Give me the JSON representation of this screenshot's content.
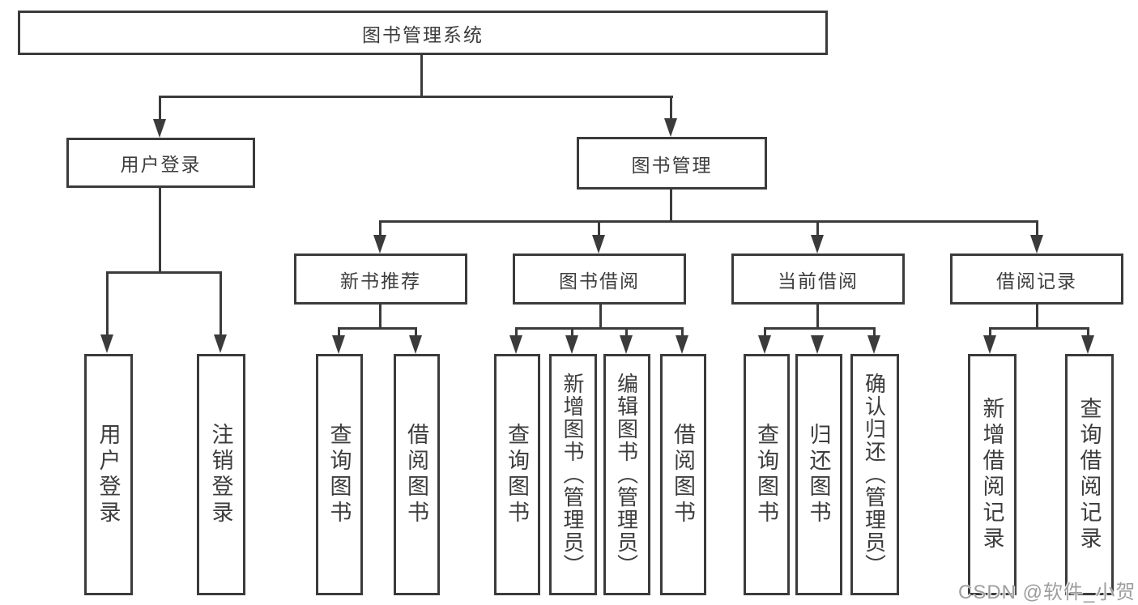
{
  "nodes": {
    "root": "图书管理系统",
    "user_login": "用户登录",
    "book_mgmt": "图书管理",
    "new_books": "新书推荐",
    "book_borrow": "图书借阅",
    "current_borrow": "当前借阅",
    "borrow_records": "借阅记录",
    "leaf_user_login": "用户登录",
    "leaf_logout": "注销登录",
    "leaf_nb_query": "查询图书",
    "leaf_nb_borrow": "借阅图书",
    "leaf_bb_query": "查询图书",
    "leaf_bb_add": "新增图书（管理员）",
    "leaf_bb_edit": "编辑图书（管理员）",
    "leaf_bb_borrow": "借阅图书",
    "leaf_cb_query": "查询图书",
    "leaf_cb_return": "归还图书",
    "leaf_cb_confirm": "确认归还（管理员）",
    "leaf_br_add": "新增借阅记录",
    "leaf_br_query": "查询借阅记录"
  },
  "watermark": "CSDN @软件_小贺同学",
  "colors": {
    "line": "#3b3b3b",
    "text": "#3d3d3d",
    "watermark": "#9e9e9e",
    "background": "#ffffff"
  }
}
